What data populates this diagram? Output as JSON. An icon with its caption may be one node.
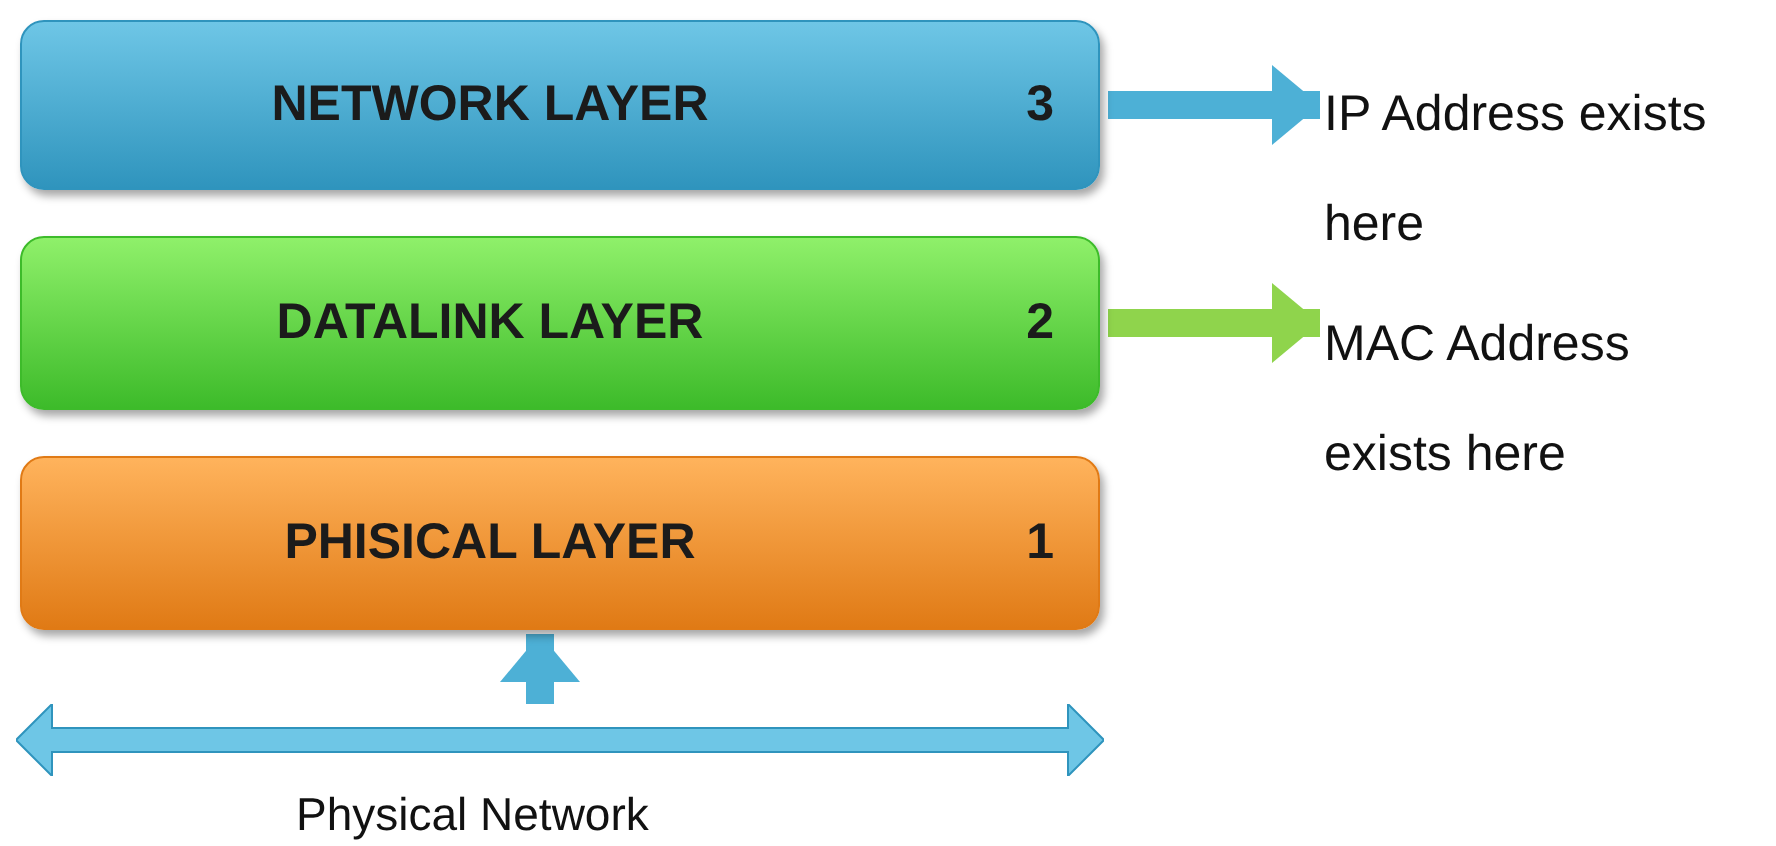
{
  "diagram": {
    "nodes": [
      {
        "text": [
          "NETWORK LAYER",
          "3"
        ]
      },
      {
        "text": [
          "DATALINK LAYER",
          "2"
        ]
      },
      {
        "text": [
          "PHISICAL LAYER",
          "1"
        ]
      },
      {
        "text": [
          "IP Address exists here"
        ]
      },
      {
        "text": [
          "MAC Address exists here"
        ]
      },
      {
        "text": [],
        "shape": "bar",
        "beside": [
          "Physical Network"
        ]
      }
    ],
    "edges": [
      {
        "from": 0,
        "to": 3,
        "arrow": "to"
      },
      {
        "from": 1,
        "to": 4,
        "arrow": "to",
        "color": "#8fd44c"
      },
      {
        "from": 5,
        "to": 2,
        "arrow": "to"
      }
    ]
  }
}
